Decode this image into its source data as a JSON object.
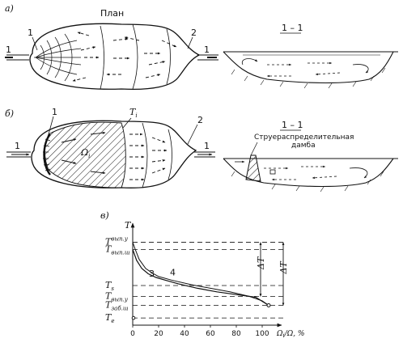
{
  "panel_a": {
    "letter": "а)",
    "plan_title": "План",
    "label_1": "1",
    "label_2": "2",
    "section_left": "1",
    "section_right": "1",
    "section_title": "1 – 1"
  },
  "panel_b": {
    "letter": "б)",
    "label_1": "1",
    "label_2": "2",
    "section_left": "1",
    "section_right": "1",
    "area_symbol": "Ω",
    "area_sub": "i",
    "temp_symbol": "T",
    "temp_sub": "i",
    "section_title": "1 – 1",
    "dam_label_line1": "Струераспределительная",
    "dam_label_line2": "дамба"
  },
  "chart_data": {
    "type": "line",
    "panel_letter": "в)",
    "ylabel": "T",
    "xlabel_main": "Ω",
    "xlabel_sub": "i",
    "xlabel_tail": "/Ω, %",
    "x_ticks": [
      "0",
      "20",
      "40",
      "60",
      "80",
      "100"
    ],
    "xlim": [
      0,
      110
    ],
    "y_levels": [
      {
        "id": "vyp_u_top",
        "value": 9.2,
        "main": "T",
        "sup": "вып.у"
      },
      {
        "id": "vyp_sh",
        "value": 8.4,
        "main": "T",
        "sub": "вып.ш"
      },
      {
        "id": "s",
        "value": 4.4,
        "main": "T",
        "sub": "s"
      },
      {
        "id": "vyp_u",
        "value": 3.2,
        "main": "T",
        "sub": "вып.у"
      },
      {
        "id": "zab_sh",
        "value": 2.2,
        "main": "T",
        "sub": "заб.ш"
      },
      {
        "id": "e",
        "value": 0.8,
        "main": "T",
        "sub": "е"
      }
    ],
    "ylim": [
      0,
      10.6
    ],
    "series": [
      {
        "id": "3",
        "label": "3",
        "x": [
          0,
          2,
          5,
          10,
          15,
          20,
          30,
          45,
          60,
          75,
          90,
          100,
          105
        ],
        "y": [
          9.2,
          8.4,
          7.3,
          6.3,
          5.8,
          5.4,
          5.0,
          4.5,
          4.1,
          3.7,
          3.2,
          2.7,
          2.2
        ]
      },
      {
        "id": "4",
        "label": "4",
        "x": [
          0,
          3,
          7,
          12,
          18,
          25,
          35,
          50,
          65,
          80,
          95,
          105
        ],
        "y": [
          8.4,
          7.2,
          6.3,
          5.7,
          5.3,
          5.0,
          4.6,
          4.1,
          3.7,
          3.4,
          3.1,
          2.2
        ]
      }
    ],
    "deltas": [
      {
        "label": "ΔT",
        "from": "vyp_u_top",
        "to": "vyp_u",
        "symbol": "Δ",
        "sym_main": "T"
      },
      {
        "label": "ΔT",
        "from": "vyp_u_top",
        "to": "zab_sh",
        "symbol": "Δ",
        "sym_main": "T"
      }
    ]
  }
}
